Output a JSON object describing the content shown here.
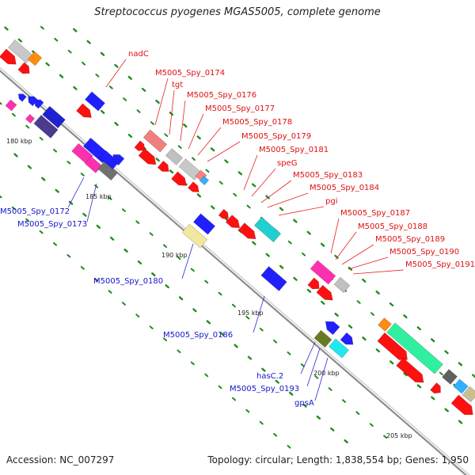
{
  "title": "Streptococcus pyogenes MGAS5005, complete genome",
  "footer": {
    "accession": "Accession: NC_007297",
    "summary": "Topology: circular; Length: 1,838,554 bp; Genes: 1,950"
  },
  "colors": {
    "backbone": "#8c8c8c",
    "tick": "#1e8c1e",
    "plus_label": "#e01010",
    "minus_label": "#1515c8",
    "leader_plus": "#e82020",
    "leader_minus": "#2a2ad0"
  },
  "kbp_marks": [
    "180 kbp",
    "185 kbp",
    "190 kbp",
    "195 kbp",
    "200 kbp",
    "205 kbp"
  ],
  "labels_plus": [
    "nadC",
    "M5005_Spy_0174",
    "tgt",
    "M5005_Spy_0176",
    "M5005_Spy_0177",
    "M5005_Spy_0178",
    "M5005_Spy_0179",
    "M5005_Spy_0181",
    "speG",
    "M5005_Spy_0183",
    "M5005_Spy_0184",
    "pgi",
    "M5005_Spy_0187",
    "M5005_Spy_0188",
    "M5005_Spy_0189",
    "M5005_Spy_0190",
    "M5005_Spy_0191"
  ],
  "labels_minus": [
    "M5005_Spy_0172",
    "M5005_Spy_0173",
    "M5005_Spy_0180",
    "M5005_Spy_0186",
    "hasC.2",
    "M5005_Spy_0193",
    "gpsA"
  ]
}
